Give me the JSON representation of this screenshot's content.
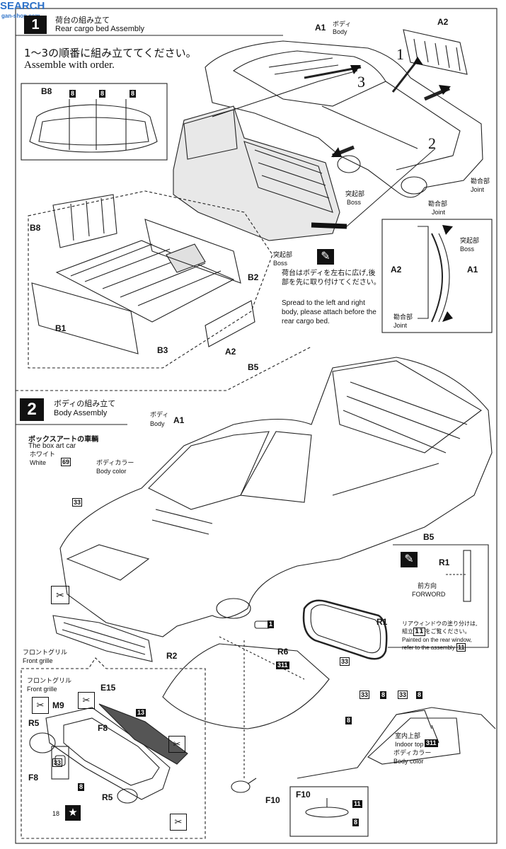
{
  "watermark": {
    "main": "SEARCH",
    "sub": "gan-shop.com"
  },
  "step1": {
    "number": "1",
    "title_jp": "荷台の組み立て",
    "title_en": "Rear cargo bed Assembly",
    "instruction_jp": "1〜3の順番に組み立ててください。",
    "instruction_en": "Assemble with order.",
    "order_labels": [
      "1",
      "2",
      "3"
    ],
    "parts": {
      "a1": "A1",
      "a2": "A2",
      "b1": "B1",
      "b2": "B2",
      "b3": "B3",
      "b8": "B8"
    },
    "paint_code": "8",
    "body_jp": "ボディ",
    "body_en": "Body",
    "boss_jp": "突起部",
    "boss_en": "Boss",
    "joint_jp": "勘合部",
    "joint_en": "Joint",
    "note_jp": "荷台はボディを左右に広げ,後部を先に取り付けてください。",
    "note_en": "Spread to the left and right body, please attach before the rear cargo bed."
  },
  "step2": {
    "number": "2",
    "title_jp": "ボディの組み立て",
    "title_en": "Body Assembly",
    "boxart_jp": "ボックスアートの車輌",
    "boxart_en": "The box art car",
    "white_jp": "ホワイト",
    "white_en": "White",
    "white_code": "69",
    "body_color_jp": "ボディカラー",
    "body_color_en": "Body color",
    "body_jp": "ボディ",
    "body_en": "Body",
    "code_33": "33",
    "code_1": "1",
    "code_311": "311",
    "code_8": "8",
    "code_11": "11",
    "code_13": "13",
    "code_18": "18",
    "parts": {
      "a1": "A1",
      "b5": "B5",
      "r1": "R1",
      "r2": "R2",
      "r5": "R5",
      "r6": "R6",
      "e15": "E15",
      "m9": "M9",
      "f8": "F8",
      "f10": "F10"
    },
    "front_grille_jp": "フロントグリル",
    "front_grille_en": "Front grille",
    "forward_jp": "前方向",
    "forward_en": "FORWORD",
    "rear_window_jp1": "リアウィンドウの塗り分けは,",
    "rear_window_jp2_pre": "組立",
    "rear_window_jp2_post": "をご覧ください。",
    "rear_window_en1": "Painted on the rear window,",
    "rear_window_en2": "refer to the assembly",
    "indoor_jp": "室内上部",
    "indoor_en": "Indoor top"
  }
}
